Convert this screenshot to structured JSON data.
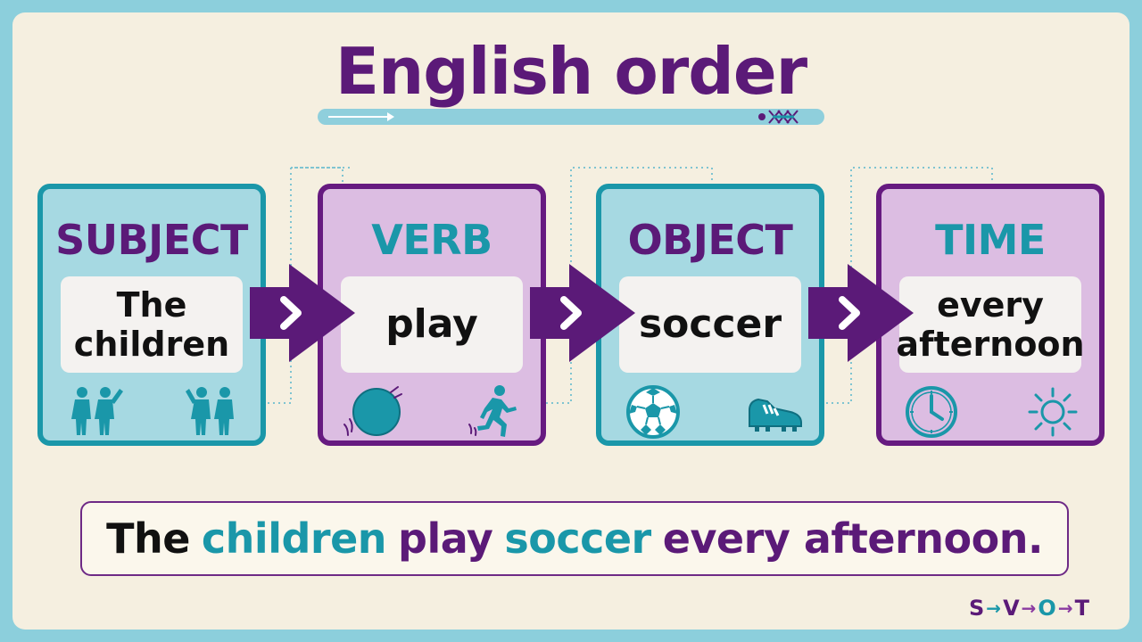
{
  "title": "English order",
  "cards": [
    {
      "heading": "SUBJECT",
      "word": "The children",
      "word_line1": "The",
      "word_line2": "children",
      "style": "teal",
      "heading_color": "purple",
      "icons": [
        "people-icon",
        "people-icon"
      ]
    },
    {
      "heading": "VERB",
      "word": "play",
      "style": "purple",
      "heading_color": "teal",
      "icons": [
        "ball-icon",
        "runner-icon"
      ]
    },
    {
      "heading": "OBJECT",
      "word": "soccer",
      "style": "teal",
      "heading_color": "purple",
      "icons": [
        "soccer-ball-icon",
        "cleat-icon"
      ]
    },
    {
      "heading": "TIME",
      "word": "every afternoon",
      "word_line1": "every",
      "word_line2": "afternoon",
      "style": "purple",
      "heading_color": "teal",
      "icons": [
        "clock-icon",
        "sun-icon"
      ]
    }
  ],
  "sentence": {
    "words": [
      {
        "text": "The",
        "color": "#111111"
      },
      {
        "text": "children",
        "color": "#1a97a9"
      },
      {
        "text": "play",
        "color": "#5b1a78"
      },
      {
        "text": "soccer",
        "color": "#1a97a9"
      },
      {
        "text": "every afternoon.",
        "color": "#5b1a78"
      }
    ]
  },
  "legend": {
    "s": "S",
    "v": "V",
    "o": "O",
    "t": "T",
    "arrow": "→"
  },
  "colors": {
    "purple": "#5b1a78",
    "teal": "#1a97a9",
    "teal_card": "#a6d9e2",
    "purple_card": "#dcbde2",
    "background": "#f5efe0",
    "frame": "#8ccfdc"
  }
}
